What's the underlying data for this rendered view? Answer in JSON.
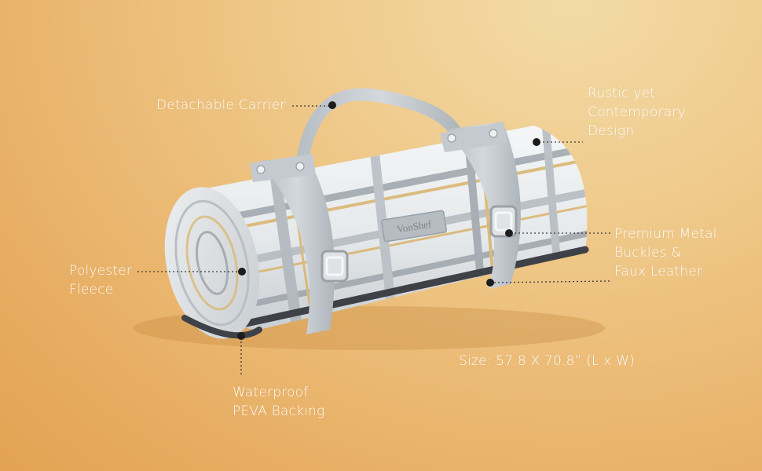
{
  "labels": {
    "carrier": "Detachable Carrier",
    "rustic": [
      "Rustic yet",
      "Contemporary",
      "Design"
    ],
    "premium": [
      "Premium Metal",
      "Buckles &",
      "Faux Leather"
    ],
    "fleece": [
      "Polyester",
      "Fleece"
    ],
    "waterproof": [
      "Waterproof",
      "PEVA Backing"
    ],
    "size": "Size: 57.8 X 70.8” (L x W)"
  },
  "product": {
    "brand": "VonShef"
  },
  "colors": {
    "background": "#efc98a",
    "text": "#ffffff",
    "leather": "#c6ccd1",
    "fleece": "#e9ecee",
    "plaid_yellow": "#d9b36a",
    "plaid_grey": "#9da4ab",
    "backing": "#3e4248"
  }
}
